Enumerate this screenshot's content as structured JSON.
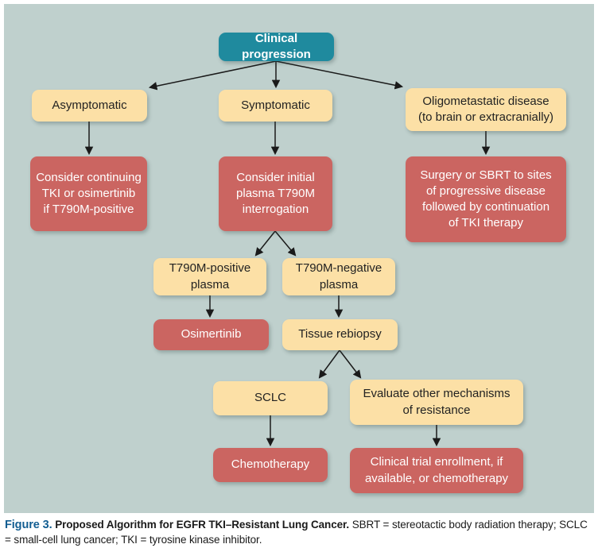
{
  "colors": {
    "panel_background": "#bfd0cd",
    "teal_node": "#1f8a9e",
    "cream_node": "#fce0a6",
    "red_node": "#cb6561",
    "arrow": "#1a1a1a",
    "caption_label_blue": "#135e92",
    "node_text_dark": "#222222",
    "node_text_light": "#ffffff"
  },
  "nodes": {
    "clinical_progression": {
      "label": "Clinical progression",
      "type": "teal"
    },
    "asymptomatic": {
      "label": "Asymptomatic",
      "type": "cream"
    },
    "symptomatic": {
      "label": "Symptomatic",
      "type": "cream"
    },
    "oligometastatic": {
      "label": "Oligometastatic disease\n(to brain or extracranially)",
      "type": "cream"
    },
    "consider_continuing": {
      "label": "Consider continuing\nTKI or osimertinib\nif T790M-positive",
      "type": "red"
    },
    "consider_initial": {
      "label": "Consider initial\nplasma T790M\ninterrogation",
      "type": "red"
    },
    "surgery_sbrt": {
      "label": "Surgery or SBRT to sites\nof progressive disease\nfollowed by continuation\nof TKI therapy",
      "type": "red"
    },
    "t790m_positive": {
      "label": "T790M-positive\nplasma",
      "type": "cream"
    },
    "t790m_negative": {
      "label": "T790M-negative\nplasma",
      "type": "cream"
    },
    "osimertinib": {
      "label": "Osimertinib",
      "type": "red"
    },
    "tissue_rebiopsy": {
      "label": "Tissue rebiopsy",
      "type": "cream"
    },
    "sclc": {
      "label": "SCLC",
      "type": "cream"
    },
    "evaluate_other": {
      "label": "Evaluate other mechanisms\nof resistance",
      "type": "cream"
    },
    "chemotherapy": {
      "label": "Chemotherapy",
      "type": "red"
    },
    "clinical_trial": {
      "label": "Clinical trial enrollment, if\navailable, or chemotherapy",
      "type": "red"
    }
  },
  "caption": {
    "label": "Figure 3.",
    "title": "Proposed Algorithm for EGFR TKI–Resistant Lung Cancer.",
    "abbreviations": "SBRT = stereotactic body radiation therapy; SCLC = small-cell lung cancer; TKI = tyrosine kinase inhibitor."
  }
}
